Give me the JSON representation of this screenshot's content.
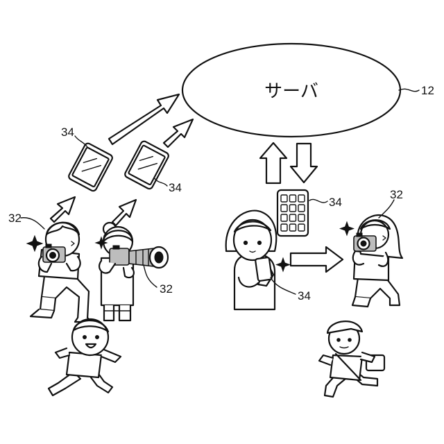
{
  "server": {
    "label": "サーバ",
    "ref": "12"
  },
  "refs": {
    "phone_left": "34",
    "phone_mid": "34",
    "tablet": "34",
    "phone_hand": "34",
    "photographer_left": "32",
    "photographer_mid": "32",
    "photographer_right": "32"
  },
  "icons": {
    "upload_arrows": "arrow",
    "device": "smartphone",
    "camera": "camera"
  }
}
